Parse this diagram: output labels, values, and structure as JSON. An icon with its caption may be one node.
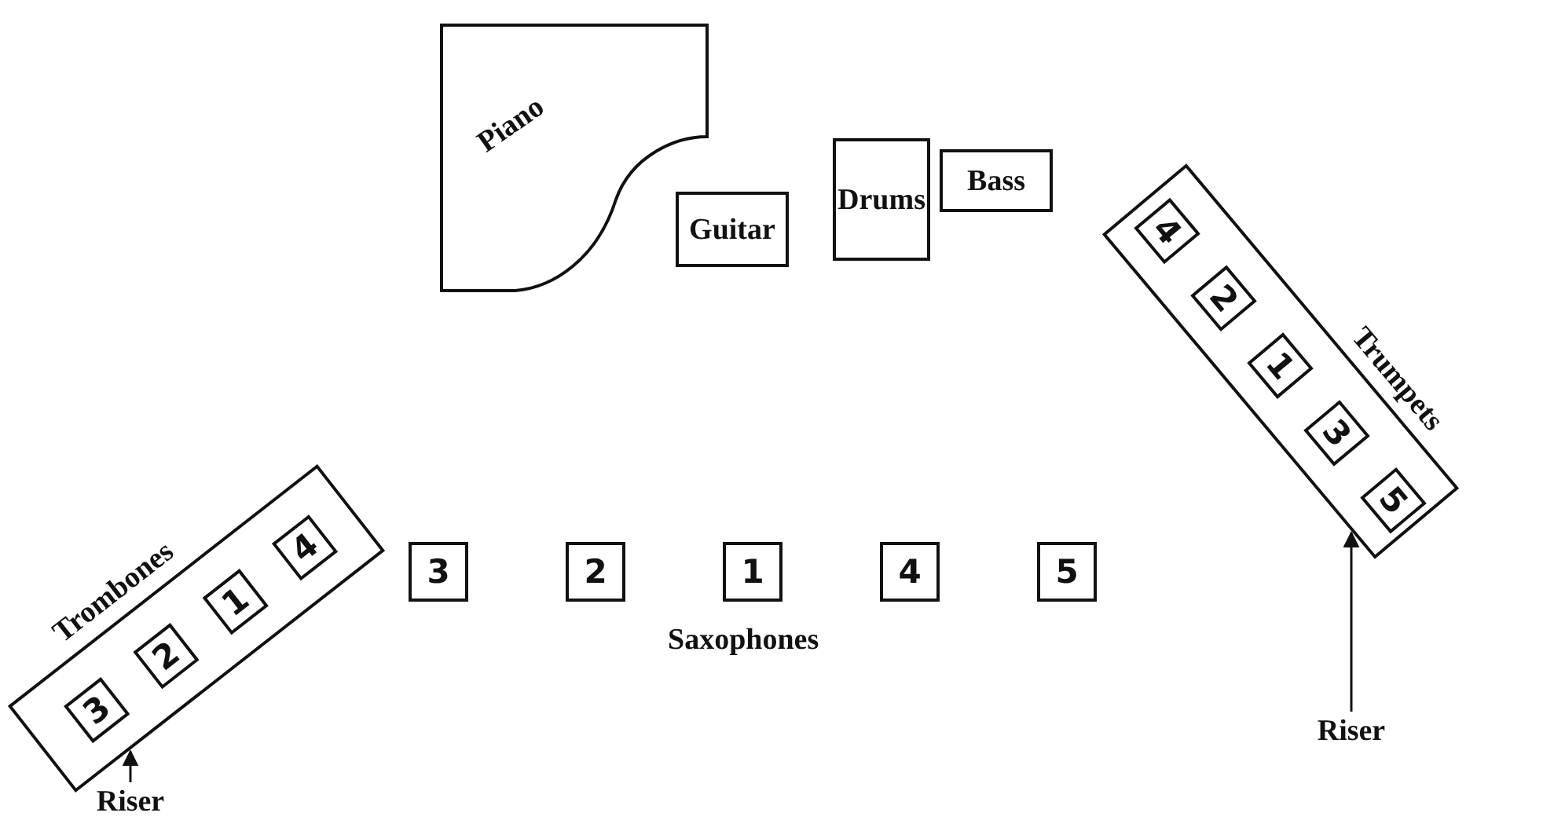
{
  "diagram": {
    "nodes": [
      {
        "text": [
          "Piano"
        ]
      },
      {
        "text": [
          "Guitar"
        ]
      },
      {
        "text": [
          "Drums"
        ]
      },
      {
        "text": [
          "Bass"
        ]
      },
      {
        "text": [
          "Trombones"
        ]
      },
      {
        "text": [
          "3"
        ],
        "in": 4
      },
      {
        "text": [
          "2"
        ],
        "in": 4
      },
      {
        "text": [
          "1"
        ],
        "in": 4
      },
      {
        "text": [
          "4"
        ],
        "in": 4
      },
      {
        "text": [
          "Trumpets"
        ]
      },
      {
        "text": [
          "4"
        ],
        "in": 9
      },
      {
        "text": [
          "2"
        ],
        "in": 9
      },
      {
        "text": [
          "1"
        ],
        "in": 9
      },
      {
        "text": [
          "3"
        ],
        "in": 9
      },
      {
        "text": [
          "5"
        ],
        "in": 9
      },
      {
        "text": [
          "3"
        ]
      },
      {
        "text": [
          "2"
        ]
      },
      {
        "text": [
          "1"
        ]
      },
      {
        "text": [
          "4"
        ]
      },
      {
        "text": [
          "5"
        ]
      },
      {
        "text": [
          "Riser"
        ]
      },
      {
        "text": [
          "Riser"
        ]
      }
    ],
    "edges": [
      {
        "from": 20,
        "to": 4,
        "arrow": "to"
      },
      {
        "from": 21,
        "to": 9,
        "arrow": "to"
      }
    ],
    "labels": [
      "Saxophones"
    ]
  }
}
